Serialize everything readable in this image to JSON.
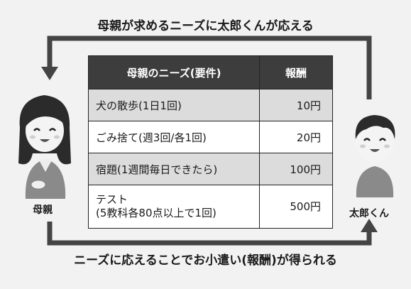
{
  "top_caption": "母親が求めるニーズに太郎くんが応える",
  "bottom_caption": "ニーズに応えることでお小遣い(報酬)が得られる",
  "table": {
    "headers": [
      "母親のニーズ(要件)",
      "報酬"
    ],
    "rows": [
      {
        "requirement": "犬の散歩(1日1回)",
        "reward": "10円"
      },
      {
        "requirement": "ごみ捨て(週3回/各1回)",
        "reward": "20円"
      },
      {
        "requirement": "宿題(1週間毎日できたら)",
        "reward": "100円"
      },
      {
        "requirement_line1": "テスト",
        "requirement_line2": "(5教科各80点以上で1回)",
        "reward": "500円"
      }
    ]
  },
  "mother_label": "母親",
  "taro_label": "太郎くん"
}
